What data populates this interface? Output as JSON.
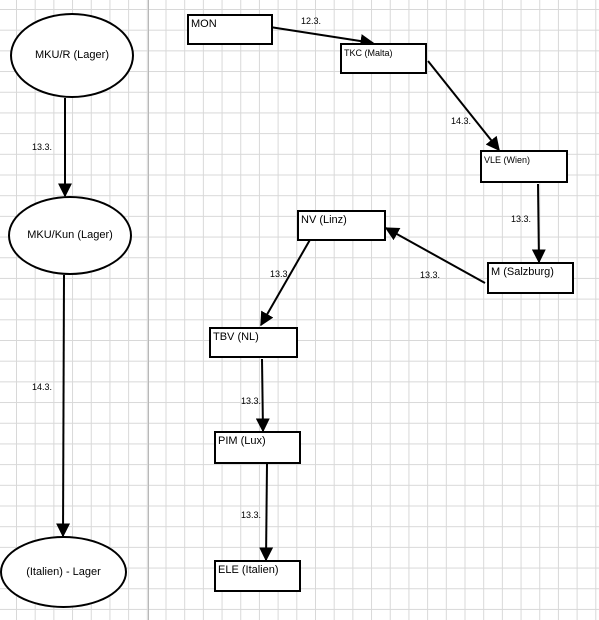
{
  "stores": {
    "a": "MKU/R (Lager)",
    "b": "MKU/Kun (Lager)",
    "c": "(Italien) - Lager"
  },
  "boxes": {
    "mon": "MON",
    "tkc": "TKC (Malta)",
    "vle": "VLE (Wien)",
    "msb": "M (Salzburg)",
    "nv": "NV (Linz)",
    "tbv": "TBV (NL)",
    "pim": "PIM (Lux)",
    "ele": "ELE (Italien)"
  },
  "edges": {
    "a_b": "13.3.",
    "b_c": "14.3.",
    "mon_tkc": "12.3.",
    "tkc_vle": "14.3.",
    "vle_msb": "13.3.",
    "msb_nv": "13.3.",
    "nv_tbv": "13.3.",
    "tbv_pim": "13.3.",
    "pim_ele": "13.3."
  },
  "colors": {
    "stroke": "#000000",
    "grid": "#d8d8d8",
    "background": "#ffffff"
  }
}
